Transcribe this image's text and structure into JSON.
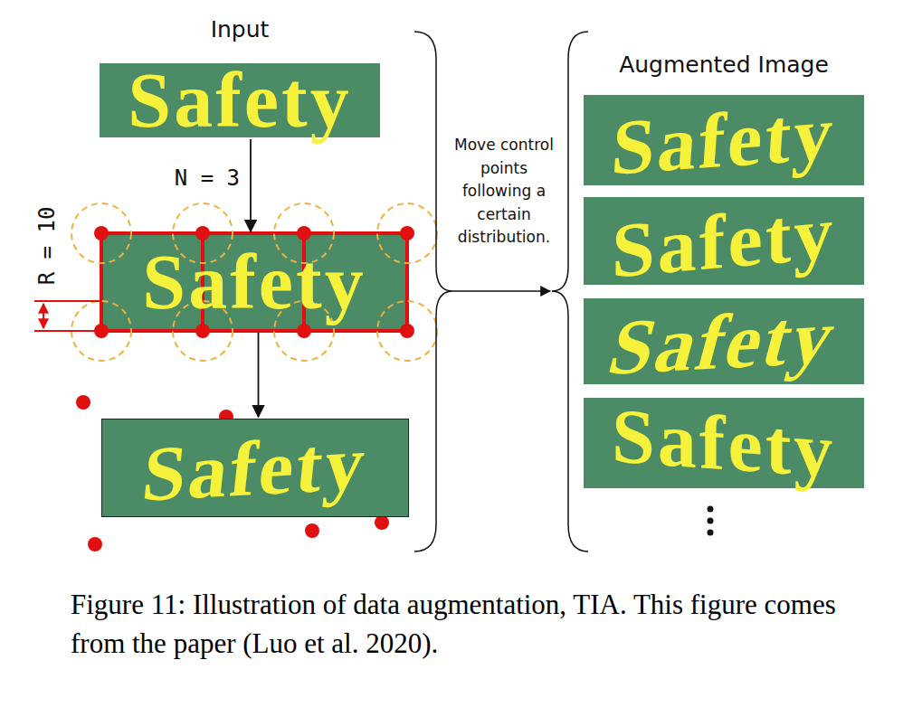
{
  "diagram": {
    "caption": "Figure 11: Illustration of data augmentation, TIA. This figure comes from the paper (Luo et al. 2020).",
    "nodes": [
      {
        "text": [
          "Input",
          "Safety"
        ]
      },
      {
        "text": [
          "Safety"
        ]
      },
      {
        "text": [
          "Safety"
        ]
      },
      {
        "text": [
          "Augmented Image",
          "Safety"
        ]
      },
      {
        "text": [
          "Safety"
        ]
      },
      {
        "text": [
          "Safety"
        ]
      },
      {
        "text": [
          "Safety"
        ]
      }
    ],
    "edges": [
      {
        "from": 0,
        "to": 1,
        "arrow": "to",
        "label": "N = 3"
      },
      {
        "from": 1,
        "to": 2,
        "arrow": "to"
      }
    ],
    "labels": [
      "R = 10",
      "Move control points following a certain distribution."
    ]
  }
}
